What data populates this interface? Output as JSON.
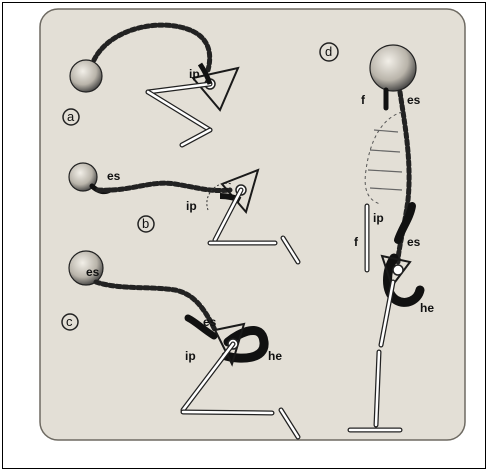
{
  "figure": {
    "panels": [
      {
        "id": "a",
        "label": "a"
      },
      {
        "id": "b",
        "label": "b"
      },
      {
        "id": "c",
        "label": "c"
      },
      {
        "id": "d",
        "label": "d"
      }
    ],
    "labels": {
      "a_ip": "ip",
      "b_es": "es",
      "b_ip": "ip",
      "c_es_left": "es",
      "c_es": "es",
      "c_ip": "ip",
      "c_he": "he",
      "d_f_top": "f",
      "d_es_top": "es",
      "d_ip": "ip",
      "d_f": "f",
      "d_es": "es",
      "d_he": "he"
    },
    "colors": {
      "paper": "#e3dfd6",
      "ink": "#1a1a1a",
      "border": "#000000"
    }
  }
}
